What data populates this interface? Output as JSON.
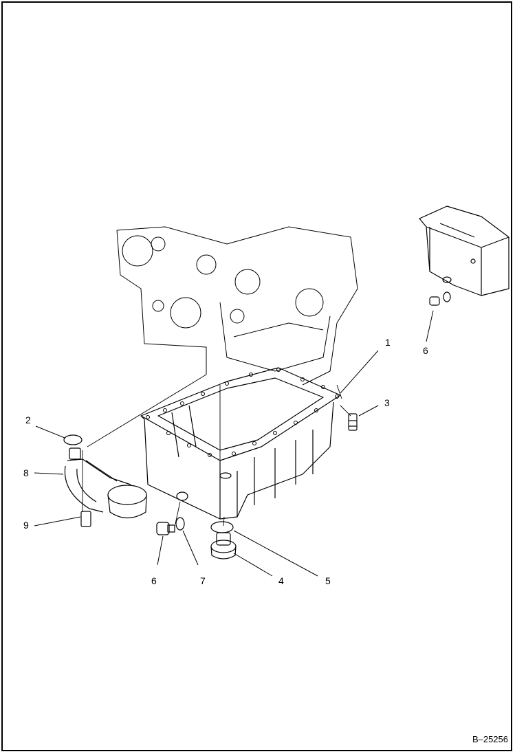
{
  "figure": {
    "id_label": "B–25256",
    "callouts": [
      "1",
      "2",
      "3",
      "4",
      "5",
      "6",
      "6",
      "7",
      "8",
      "9"
    ]
  },
  "colors": {
    "line": "#000000",
    "background": "#ffffff"
  }
}
